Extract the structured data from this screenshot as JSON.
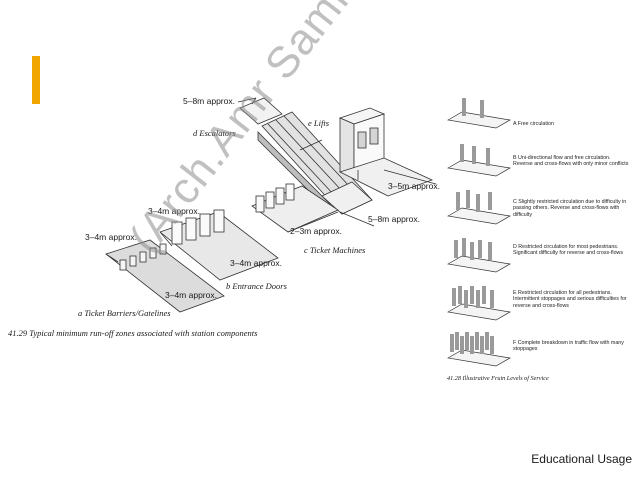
{
  "accent_color": "#f0a500",
  "left_figure": {
    "labels": {
      "escalator_dim": "5–8m approx.",
      "escalators": "d Escalators",
      "lifts": "e Lifts",
      "lifts_dim": "3–5m approx.",
      "lifts_dim2": "5–8m approx.",
      "ticket_machines_dim": "2–3m approx.",
      "ticket_machines": "c Ticket Machines",
      "doors_top_dim": "3–4m approx.",
      "doors_bottom_dim": "3–4m approx.",
      "entrance_doors": "b Entrance Doors",
      "barriers_top_dim": "3–4m approx.",
      "barriers_bottom_dim": "3–4m approx.",
      "ticket_barriers": "a Ticket Barriers/Gatelines"
    },
    "caption": "41.29 Typical minimum run-off zones associated with station components"
  },
  "right_figure": {
    "levels": [
      {
        "desc": "A Free circulation"
      },
      {
        "desc": "B Uni-directional flow and free circulation. Reverse and cross-flows with only minor conflicts"
      },
      {
        "desc": "C Slightly restricted circulation due to difficulty in passing others. Reverse and cross-flows with difficulty"
      },
      {
        "desc": "D Restricted circulation for most pedestrians. Significant difficulty for reverse and cross-flows"
      },
      {
        "desc": "E Restricted circulation for all pedestrians. Intermittent stoppages and serious difficulties for reverse and cross-flows"
      },
      {
        "desc": "F Complete breakdown in traffic flow with many stoppages"
      }
    ],
    "caption": "41.28 Illustrative Fruin Levels of Service"
  },
  "watermark": "(Arch.Amr Samir)",
  "footer_note": "Educational Usage"
}
